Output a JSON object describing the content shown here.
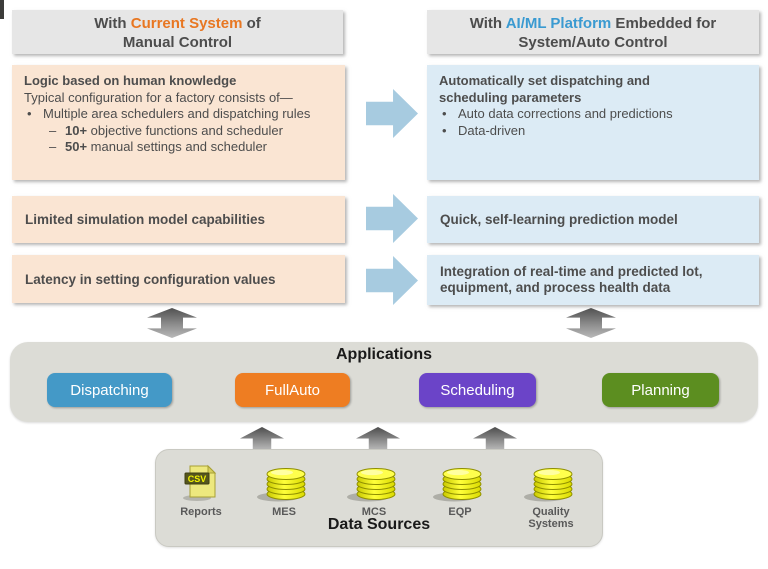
{
  "glyphs": {
    "bullet": "•",
    "dash": "–"
  },
  "colors": {
    "accent_orange": "#E87722",
    "accent_blue": "#3A9AD1",
    "peach_box": "#FAE5D3",
    "blue_box": "#DCEBF5",
    "blue_arrow": "#A7CBE0",
    "gray_panel": "#DCDCD6"
  },
  "headers": {
    "left": {
      "pre": "With ",
      "highlight": "Current System",
      "highlight_color": "#E87722",
      "post": " of",
      "line2": "Manual Control"
    },
    "right": {
      "pre": "With ",
      "highlight": "AI/ML Platform",
      "highlight_color": "#3A9AD1",
      "post": " Embedded for",
      "line2": "System/Auto Control"
    }
  },
  "left_column": {
    "box1": {
      "title": "Logic based on human knowledge",
      "line": "Typical configuration for a factory consists of—",
      "bullet": "Multiple area schedulers and dispatching rules",
      "subs": [
        {
          "bold": "10+",
          "rest": " objective functions and scheduler"
        },
        {
          "bold": "50+",
          "rest": " manual settings and scheduler"
        }
      ]
    },
    "box2": "Limited simulation model capabilities",
    "box3": "Latency in setting configuration values"
  },
  "right_column": {
    "box1": {
      "title": "Automatically set dispatching and scheduling parameters",
      "bullets": [
        "Auto data corrections and predictions",
        "Data-driven"
      ]
    },
    "box2": "Quick, self-learning prediction model",
    "box3": "Integration of real-time and predicted lot, equipment, and process health data"
  },
  "applications": {
    "title": "Applications",
    "buttons": [
      {
        "label": "Dispatching",
        "color": "#4499C7"
      },
      {
        "label": "FullAuto",
        "color": "#EE7D22"
      },
      {
        "label": "Scheduling",
        "color": "#6B44C8"
      },
      {
        "label": "Planning",
        "color": "#5C8E20"
      }
    ]
  },
  "data_sources": {
    "title": "Data Sources",
    "csv_badge": "CSV",
    "items": [
      {
        "icon": "csv-file-icon",
        "label": "Reports"
      },
      {
        "icon": "database-icon",
        "label": "MES"
      },
      {
        "icon": "database-icon",
        "label": "MCS"
      },
      {
        "icon": "database-icon",
        "label": "EQP"
      },
      {
        "icon": "database-icon",
        "label": "Quality Systems"
      }
    ]
  }
}
